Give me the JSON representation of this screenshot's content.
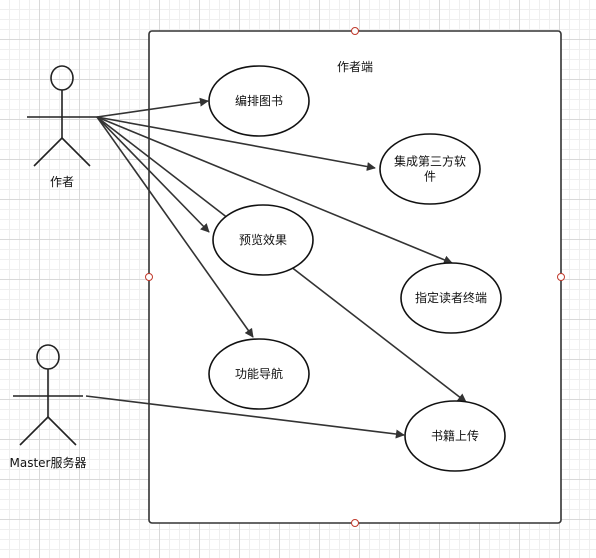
{
  "system": {
    "title": "作者端"
  },
  "actors": [
    {
      "id": "author",
      "name": "作者"
    },
    {
      "id": "master",
      "name": "Master服务器"
    }
  ],
  "use_cases": [
    {
      "id": "edit",
      "lines": [
        "编排图书"
      ]
    },
    {
      "id": "integrate",
      "lines": [
        "集成第三方软",
        "件"
      ]
    },
    {
      "id": "preview",
      "lines": [
        "预览效果"
      ]
    },
    {
      "id": "target",
      "lines": [
        "指定读者终端"
      ]
    },
    {
      "id": "nav",
      "lines": [
        "功能导航"
      ]
    },
    {
      "id": "upload",
      "lines": [
        "书籍上传"
      ]
    }
  ],
  "associations": [
    {
      "from": "author",
      "to": "edit"
    },
    {
      "from": "author",
      "to": "integrate"
    },
    {
      "from": "author",
      "to": "preview"
    },
    {
      "from": "author",
      "to": "target"
    },
    {
      "from": "author",
      "to": "nav"
    },
    {
      "from": "author",
      "to": "upload"
    },
    {
      "from": "master",
      "to": "upload"
    }
  ],
  "colors": {
    "line": "#333333",
    "system_border": "#333333",
    "handle_stroke": "#c0392b"
  }
}
